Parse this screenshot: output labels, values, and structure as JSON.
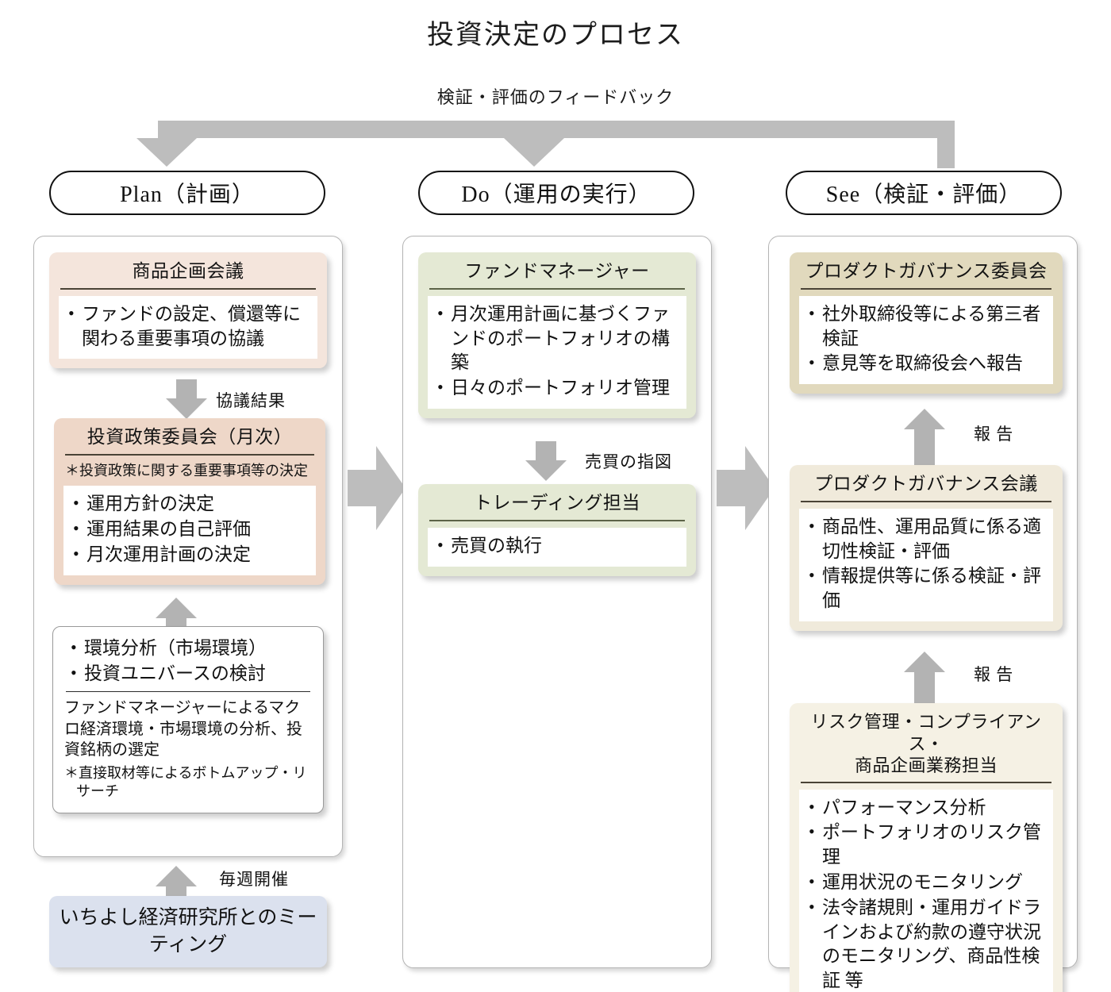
{
  "title": "投資決定のプロセス",
  "feedback_label": "検証・評価のフィードバック",
  "colors": {
    "arrow_gray": "#b3b3b3",
    "feedback_gray": "#bdbdbd",
    "plan_light": "#f4e5dc",
    "plan_pink": "#eed7c8",
    "do_green": "#e4e9d4",
    "see_tan": "#e1d9bd",
    "see_cream": "#f5f1e4",
    "meeting_blue": "#dbe1ee"
  },
  "columns": {
    "plan": {
      "header": "Plan（計画）",
      "product_planning": {
        "title": "商品企画会議",
        "bullets": [
          "ファンドの設定、償還等に関わる重要事項の協議"
        ]
      },
      "arrow_1_label": "協議結果",
      "policy_committee": {
        "title": "投資政策委員会（月次）",
        "note": "＊投資政策に関する重要事項等の決定",
        "bullets": [
          "運用方針の決定",
          "運用結果の自己評価",
          "月次運用計画の決定"
        ]
      },
      "analysis": {
        "bullets": [
          "環境分析（市場環境）",
          "投資ユニバースの検討"
        ],
        "paragraph": "ファンドマネージャーによるマクロ経済環境・市場環境の分析、投資銘柄の選定",
        "note": "＊直接取材等によるボトムアップ・リサーチ"
      },
      "arrow_2_label": "毎週開催",
      "meeting": "いちよし経済研究所とのミーティング"
    },
    "do": {
      "header": "Do（運用の実行）",
      "fund_manager": {
        "title": "ファンドマネージャー",
        "bullets": [
          "月次運用計画に基づくファンドのポートフォリオの構築",
          "日々のポートフォリオ管理"
        ]
      },
      "arrow_label": "売買の指図",
      "trading": {
        "title": "トレーディング担当",
        "bullets": [
          "売買の執行"
        ]
      }
    },
    "see": {
      "header": "See（検証・評価）",
      "governance_committee": {
        "title": "プロダクトガバナンス委員会",
        "bullets": [
          "社外取締役等による第三者検証",
          "意見等を取締役会へ報告"
        ]
      },
      "arrow_1_label": "報 告",
      "governance_meeting": {
        "title": "プロダクトガバナンス会議",
        "bullets": [
          "商品性、運用品質に係る適切性検証・評価",
          "情報提供等に係る検証・評価"
        ]
      },
      "arrow_2_label": "報 告",
      "risk_management": {
        "title_line1": "リスク管理・コンプライアンス・",
        "title_line2": "商品企画業務担当",
        "bullets": [
          "パフォーマンス分析",
          "ポートフォリオのリスク管理",
          "運用状況のモニタリング",
          "法令諸規則・運用ガイドラインおよび約款の遵守状況のモニタリング、商品性検証 等"
        ]
      }
    }
  }
}
